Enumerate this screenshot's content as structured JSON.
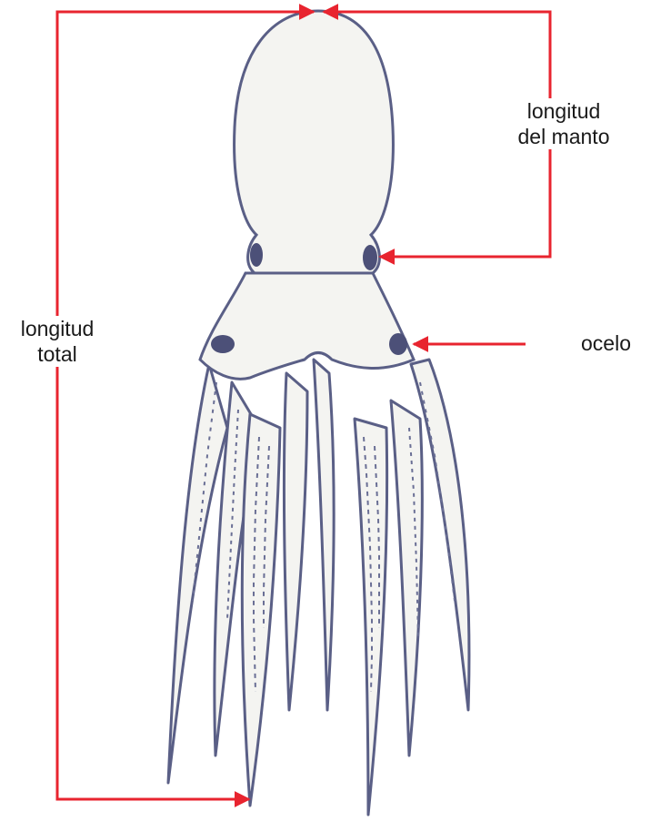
{
  "labels": {
    "mantle_length": {
      "line1": "longitud",
      "line2": "del manto"
    },
    "total_length": {
      "line1": "longitud",
      "line2": "total"
    },
    "ocellus": "ocelo"
  },
  "colors": {
    "dimension_line": "#e8242f",
    "outline": "#5a5f86",
    "body_fill": "#f4f4f1",
    "ocellus_fill": "#4c5078"
  }
}
